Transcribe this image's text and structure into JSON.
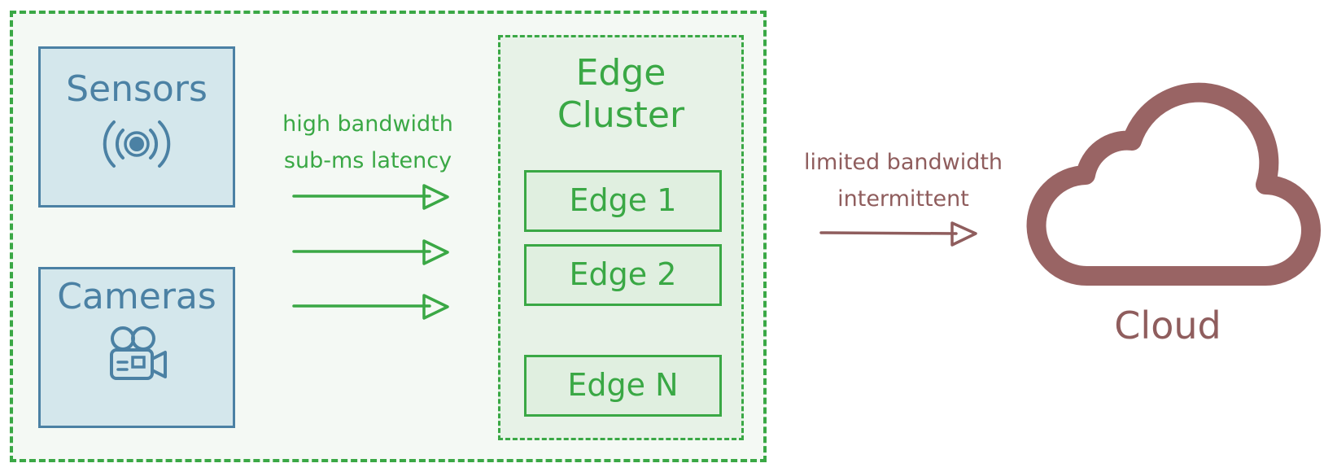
{
  "devices": {
    "sensors": {
      "label": "Sensors",
      "icon": "broadcast-icon"
    },
    "cameras": {
      "label": "Cameras",
      "icon": "video-camera-icon"
    }
  },
  "cluster": {
    "title": "Edge\nCluster",
    "nodes": [
      "Edge 1",
      "Edge 2",
      "Edge N"
    ]
  },
  "links": {
    "local": {
      "line1": "high bandwidth",
      "line2": "sub-ms latency"
    },
    "uplink": {
      "line1": "limited bandwidth",
      "line2": "intermittent"
    }
  },
  "cloud": {
    "label": "Cloud",
    "icon": "cloud-icon"
  },
  "colors": {
    "green": "#3aa845",
    "blue": "#4b81a4",
    "maroon": "#8f5d5d",
    "device_fill": "#d4e7ec",
    "zone_fill": "#f4f9f4"
  }
}
